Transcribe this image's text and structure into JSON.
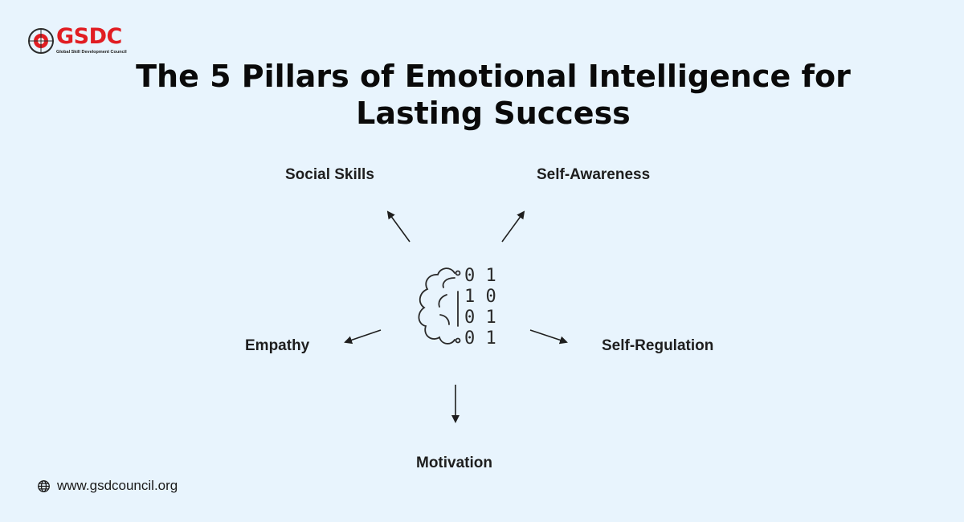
{
  "logo": {
    "name": "GSDC",
    "tagline": "Global Skill Development Council"
  },
  "title": {
    "line1": "The 5 Pillars of Emotional Intelligence for",
    "line2": "Lasting Success"
  },
  "center_icon": "brain-binary-icon",
  "binary_rows": [
    "0 1",
    "1 0",
    "0 1",
    "0 1"
  ],
  "pillars": {
    "social_skills": "Social Skills",
    "self_awareness": "Self-Awareness",
    "empathy": "Empathy",
    "self_regulation": "Self-Regulation",
    "motivation": "Motivation"
  },
  "footer": {
    "icon": "globe-icon",
    "url": "www.gsdcouncil.org"
  },
  "colors": {
    "background": "#e8f4fd",
    "brand": "#e11d22",
    "text": "#111111"
  }
}
